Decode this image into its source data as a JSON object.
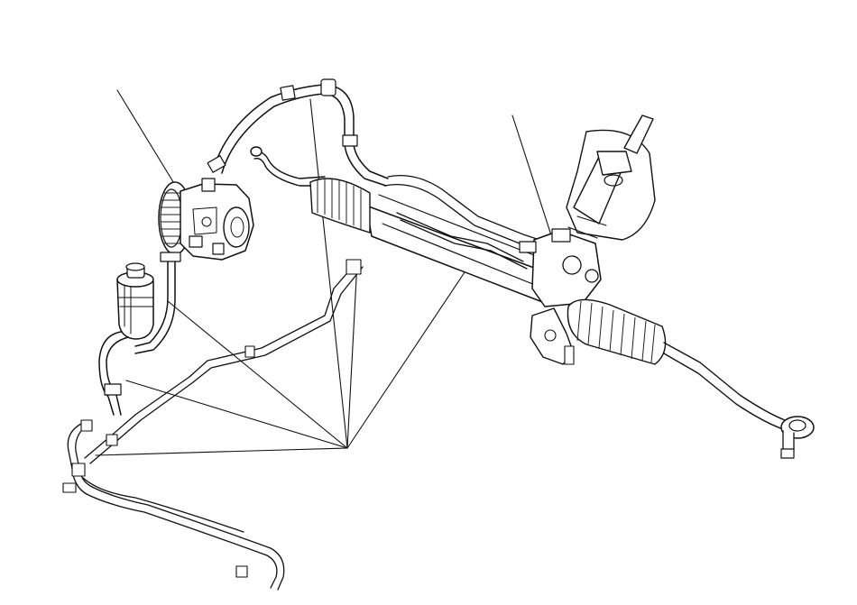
{
  "figure": {
    "type": "technical line drawing",
    "subject_parts": {
      "pump": "power-steering-pump",
      "reservoir": "fluid-reservoir",
      "gearbox": "steering-gearbox",
      "hoses": "fluid-hoses-and-lines",
      "tie_rod": "tie-rod-end"
    },
    "colors": {
      "ink": "#111111",
      "background": "#ffffff"
    },
    "callouts": {
      "pump_leader": "pointer-to-pump",
      "gearbox_leader": "pointer-to-gearbox",
      "hose_group_leaders": "multiple-pointers-to-hose-joints"
    }
  }
}
